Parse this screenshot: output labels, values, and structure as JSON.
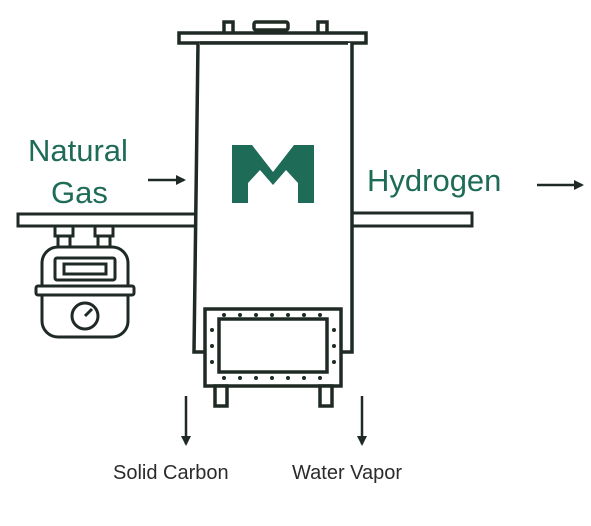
{
  "diagram": {
    "colors": {
      "stroke": "#1f2a24",
      "accent": "#1e6b58",
      "fill": "#ffffff"
    },
    "labels": {
      "input_line1": "Natural",
      "input_line2": "Gas",
      "output": "Hydrogen",
      "byproduct_left": "Solid Carbon",
      "byproduct_right": "Water Vapor"
    },
    "icons": [
      "gas-meter-icon",
      "reactor-logo-icon",
      "arrow-right-icon",
      "arrow-down-icon"
    ]
  }
}
